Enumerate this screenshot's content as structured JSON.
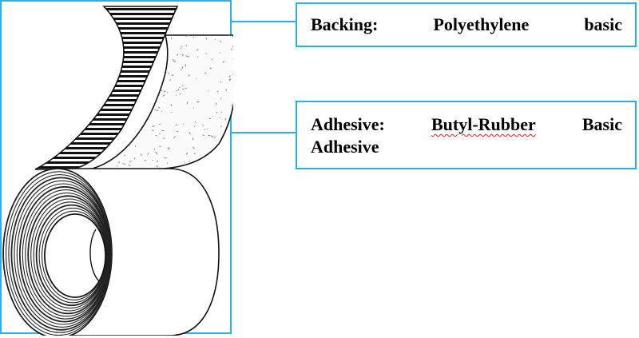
{
  "callouts": {
    "backing": {
      "label": "Backing:",
      "words": [
        "Polyethylene",
        "basic"
      ]
    },
    "adhesive": {
      "label": "Adhesive:",
      "words": [
        "Butyl-Rubber",
        "Basic"
      ],
      "line2": "Adhesive"
    }
  },
  "colors": {
    "accent": "#2ab1e2",
    "spellcheck": "#d22222"
  }
}
